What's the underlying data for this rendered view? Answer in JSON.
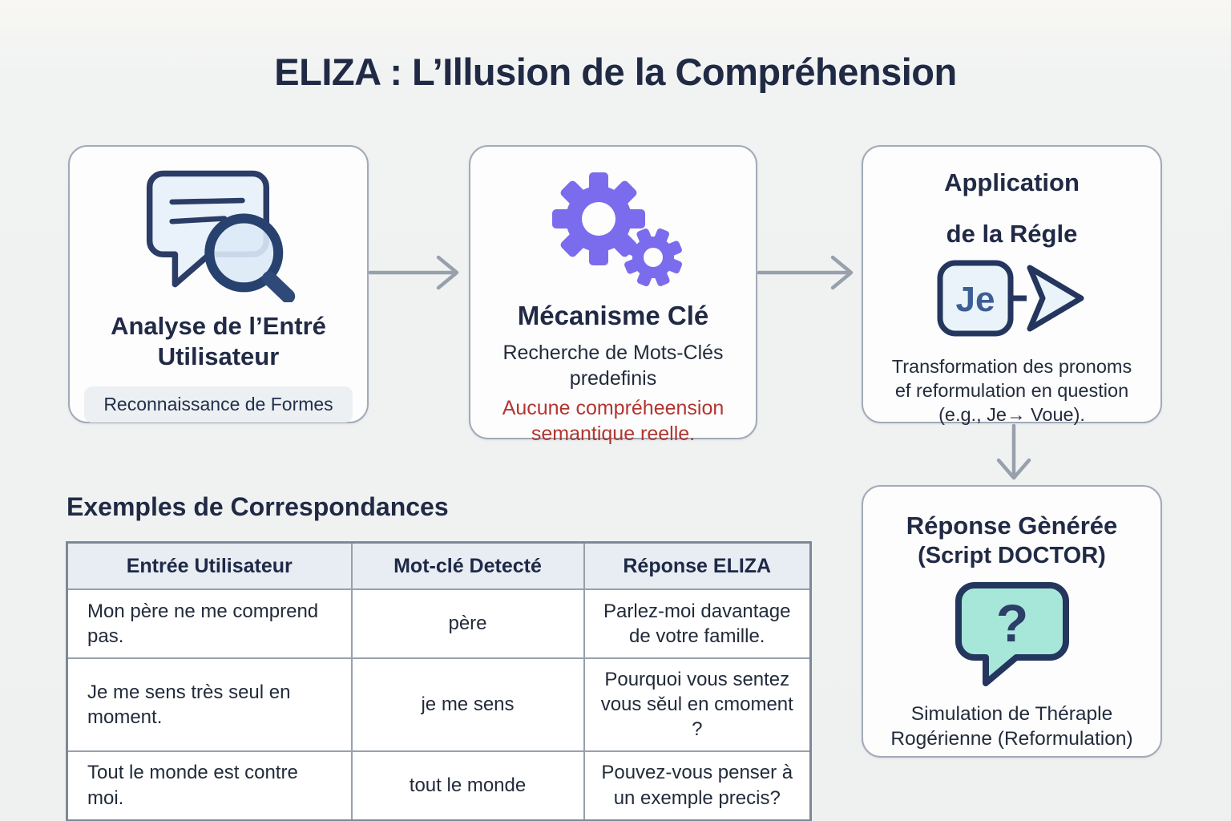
{
  "title": "ELIZA : L’Illusion de la Compréhension",
  "colors": {
    "navy_text": "#212a45",
    "warning_red": "#b23530",
    "gear_purple": "#7b6cee",
    "bubble_teal": "#a7e7d9",
    "icon_blue_fill": "#e9f1fa",
    "arrow_gray": "#98a0ac",
    "table_header_bg": "#e8ecf3"
  },
  "flow": {
    "step1": {
      "icon": "chat-search-icon",
      "title": "Analyse de l’Entré Utilisateur",
      "badge": "Reconnaissance de Formes"
    },
    "step2": {
      "icon": "gears-icon",
      "title": "Mécanisme Clé",
      "body": "Recherche de Mots-Clés predefinis",
      "warning": "Aucune compréheension semantique reelle."
    },
    "step3": {
      "icon": "je-arrow-icon",
      "title_line1": "Application",
      "title_line2": "de la Régle",
      "icon_label": "Je",
      "body": "Transformation des pronoms ef reformulation en question (e.g., Je→ Voue)."
    },
    "step4": {
      "icon": "question-bubble-icon",
      "title": "Réponse Gènérée",
      "subtitle": "(Script DOCTOR)",
      "icon_glyph": "?",
      "body": "Simulation de Théraple Rogérienne (Reformulation)"
    }
  },
  "examples": {
    "heading": "Exemples de Correspondances",
    "table": {
      "headers": [
        "Entrée Utilisateur",
        "Mot-clé Detecté",
        "Réponse ELIZA"
      ],
      "rows": [
        [
          "Mon père ne me comprend pas.",
          "père",
          "Parlez-moi davantage de votre famille."
        ],
        [
          "Je me sens très seul en moment.",
          "je me sens",
          "Pourquoi vous sentez vous sěul en cmoment ?"
        ],
        [
          "Tout le monde est contre moi.",
          "tout le monde",
          "Pouvez-vous penser à un exemple precis?"
        ]
      ]
    }
  }
}
